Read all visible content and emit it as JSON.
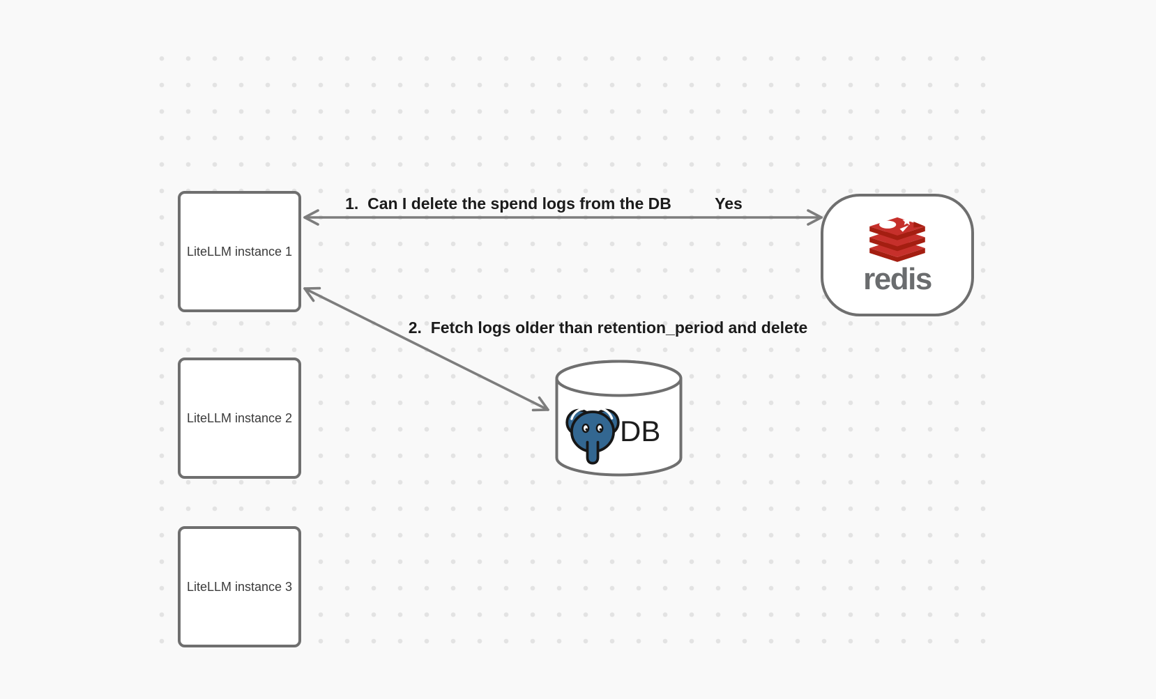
{
  "theme": {
    "background": "#f9f9f9",
    "dot": "#e3e3e3",
    "shape_stroke": "#6f6f6f",
    "shape_fill": "#ffffff",
    "arrow_stroke": "#7d7d7d",
    "label_color": "#1b1b1b",
    "box_text_color": "#3a3a3a",
    "redis_red": "#c6302b",
    "redis_dark_red": "#a41e11",
    "redis_wordmark_color": "#6a6c6e",
    "postgres_blue": "#336791",
    "postgres_outline": "#161616",
    "db_text_color": "#1d1d1d"
  },
  "nodes": {
    "instances": [
      {
        "label": "LiteLLM instance 1"
      },
      {
        "label": "LiteLLM instance 2"
      },
      {
        "label": "LiteLLM instance 3"
      }
    ],
    "redis": {
      "wordmark": "redis",
      "icon": "redis-stack-icon"
    },
    "db": {
      "label": "DB",
      "icon": "postgresql-elephant-icon"
    }
  },
  "arrows": {
    "arrow1": {
      "label": "1.  Can I delete the spend logs from the DB",
      "answer": "Yes",
      "from": "LiteLLM instance 1",
      "to": "redis",
      "bidirectional": true
    },
    "arrow2": {
      "label": "2.  Fetch logs older than retention_period and delete",
      "from": "LiteLLM instance 1",
      "to": "DB",
      "bidirectional": true
    }
  }
}
